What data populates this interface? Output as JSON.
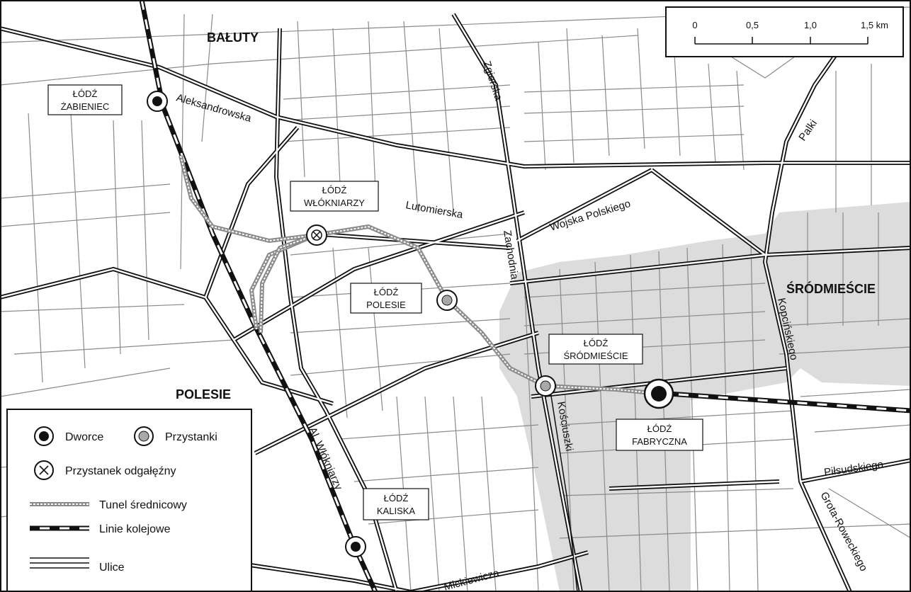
{
  "districts": {
    "baluty": "BAŁUTY",
    "polesie": "POLESIE",
    "srodmiescie": "ŚRÓDMIEŚCIE"
  },
  "streets": {
    "aleksandrowska": "Aleksandrowska",
    "zgierska": "Zgierska",
    "lutomierska": "Lutomierska",
    "wojska_polskiego": "Wojska Polskiego",
    "palki": "Palki",
    "zachodnia": "Zachodnia",
    "kopcinskiego": "Kopcińskiego",
    "kosciuszki": "Kościuszki",
    "wlokniarzy": "Al. Włókniarzy",
    "pilsudskiego": "Piłsudskiego",
    "grota_roweckiego": "Grota-Roweckiego",
    "mickiewicza": "Mickiewicza"
  },
  "stations": {
    "zabieniec": [
      "ŁÓDŹ",
      "ŻABIENIEC"
    ],
    "wlokniarzy": [
      "ŁÓDŹ",
      "WŁÓKNIARZY"
    ],
    "polesie": [
      "ŁÓDŹ",
      "POLESIE"
    ],
    "srodmiescie": [
      "ŁÓDŹ",
      "ŚRÓDMIEŚCIE"
    ],
    "fabryczna": [
      "ŁÓDŹ",
      "FABRYCZNA"
    ],
    "kaliska": [
      "ŁÓDŹ",
      "KALISKA"
    ]
  },
  "scale": {
    "ticks": [
      "0",
      "0,5",
      "1,0",
      "1,5 km"
    ]
  },
  "legend": {
    "dworce": "Dworce",
    "przystanki": "Przystanki",
    "odgalezny": "Przystanek odgałęźny",
    "tunel": "Tunel średnicowy",
    "linie": "Linie kolejowe",
    "ulice": "Ulice"
  },
  "colors": {
    "shaded_area": "#dcdcdc",
    "road": "#111111",
    "minor_road": "#8a8a8a",
    "tunnel": "#9a9a9a",
    "station_stop": "#a8a8a8"
  }
}
